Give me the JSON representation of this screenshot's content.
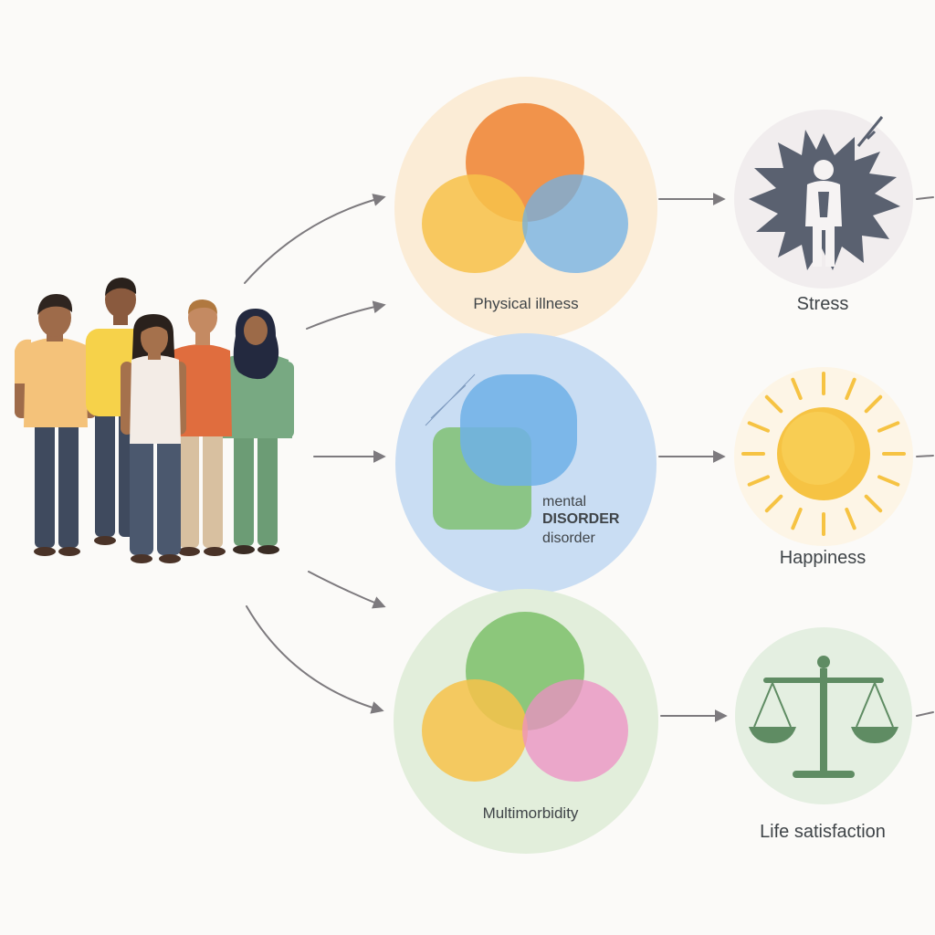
{
  "nodes": {
    "physical": {
      "label": "Physical illness"
    },
    "mental": {
      "line1": "mental",
      "line2": "DISORDER",
      "line3": "disorder"
    },
    "multi": {
      "label": "Multimorbidity"
    },
    "stress": {
      "label": "Stress"
    },
    "happiness": {
      "label": "Happiness"
    },
    "life": {
      "label": "Life satisfaction"
    }
  },
  "colors": {
    "background": "#fbfaf8",
    "physical_bg": "#fbecd6",
    "mental_bg": "#c9ddf3",
    "multi_bg": "#e2eedb",
    "orange": "#f08a3c",
    "yellow": "#f7c24a",
    "blue": "#6fb0e6",
    "green": "#7cbf6a",
    "pink": "#ee8fc4",
    "arrow": "#7d7a7e",
    "slate": "#5a6170",
    "sun": "#f6c343",
    "scale": "#5f8c63"
  },
  "icons": {
    "people": "group-of-people-icon",
    "stress": "stress-burst-person-icon",
    "happiness": "sun-icon",
    "life": "balance-scale-icon"
  }
}
